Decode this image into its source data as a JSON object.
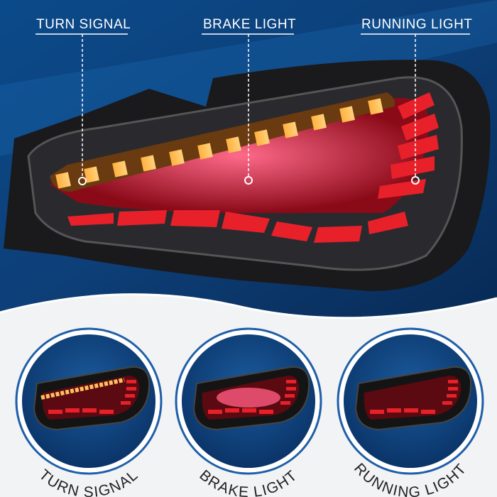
{
  "callouts": [
    {
      "label": "TURN SIGNAL"
    },
    {
      "label": "BRAKE LIGHT"
    },
    {
      "label": "RUNNING LIGHT"
    }
  ],
  "modes": [
    {
      "label": "TURN SIGNAL"
    },
    {
      "label": "BRAKE LIGHT"
    },
    {
      "label": "RUNNING LIGHT"
    }
  ],
  "colors": {
    "background_blue": "#0c3f78",
    "amber": "#ffb347",
    "red": "#e8202a",
    "circle_border": "#1f5fa8"
  }
}
